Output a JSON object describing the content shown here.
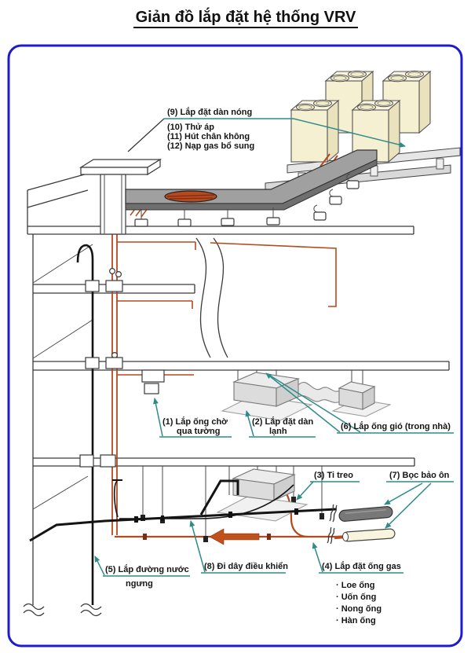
{
  "title": "Giản đồ lắp đặt hệ thống VRV",
  "colors": {
    "border_blue": "#1c1ccd",
    "leader_teal": "#2e8b89",
    "pipe_red": "#b5491f",
    "flow_arrow_orange": "#c0511b",
    "outdoor_unit_cream": "#f6f0d2",
    "tray_gray": "#a0a0a0"
  },
  "callouts": {
    "c9": "(9) Lắp đặt dàn nóng",
    "c10": "(10) Thử áp",
    "c11": "(11) Hút chân không",
    "c12": "(12) Nạp gas bổ sung",
    "c1_line1": "(1) Lắp ống chờ",
    "c1_line2": "qua tường",
    "c2_line1": "(2) Lắp đặt dàn",
    "c2_line2": "lạnh",
    "c6": "(6) Lắp ống gió (trong nhà)",
    "c3": "(3) Ti treo",
    "c7": "(7) Bọc bảo ôn",
    "c5_line1": "(5) Lắp đường nước",
    "c5_line2": "ngưng",
    "c8": "(8) Đi dây điều khiển",
    "c4": "(4) Lắp đặt ống gas",
    "c4_items": [
      "· Loe ống",
      "· Uốn ống",
      "· Nong ống",
      "· Hàn ống"
    ]
  }
}
